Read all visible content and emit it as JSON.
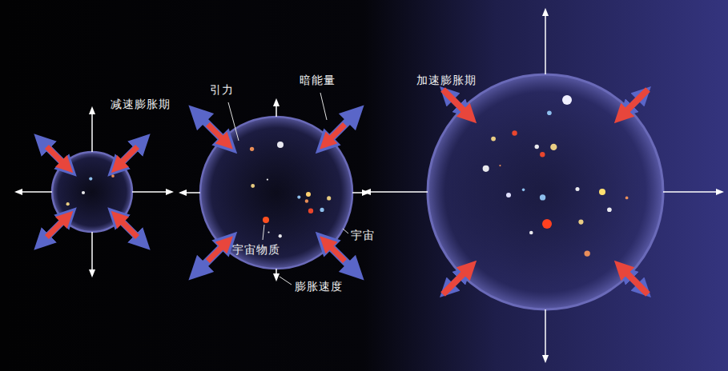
{
  "diagram": {
    "labels": [
      "减速膨胀期",
      "引力",
      "暗能量",
      "加速膨胀期",
      "宇宙物质",
      "宇宙",
      "膨胀速度"
    ]
  }
}
